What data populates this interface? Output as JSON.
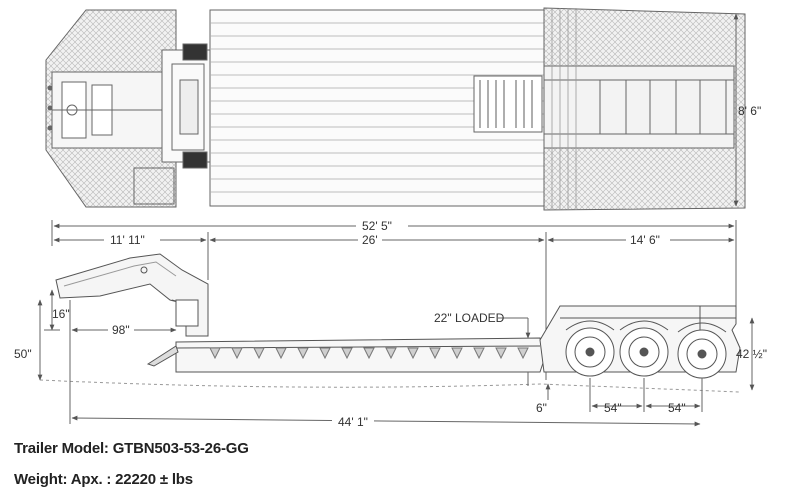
{
  "dimensions": {
    "overall_length": "52' 5\"",
    "gooseneck_length": "11' 11\"",
    "deck_length": "26'",
    "rear_length": "14' 6\"",
    "width": "8' 6\"",
    "loaded_height": "22\" LOADED",
    "swing_clearance": "16\"",
    "kingpin_setback": "98\"",
    "fifth_wheel_height": "50\"",
    "rear_deck_height": "42 ½\"",
    "ground_clearance": "6\"",
    "axle_spacing_1": "54\"",
    "axle_spacing_2": "54\"",
    "wheelbase": "44' 1\""
  },
  "caption": {
    "model": "Trailer Model: GTBN503-53-26-GG",
    "weight": "Weight: Apx. : 22220 ± lbs"
  },
  "colors": {
    "line": "#555555",
    "fill": "#f4f4f4",
    "text": "#222222"
  }
}
